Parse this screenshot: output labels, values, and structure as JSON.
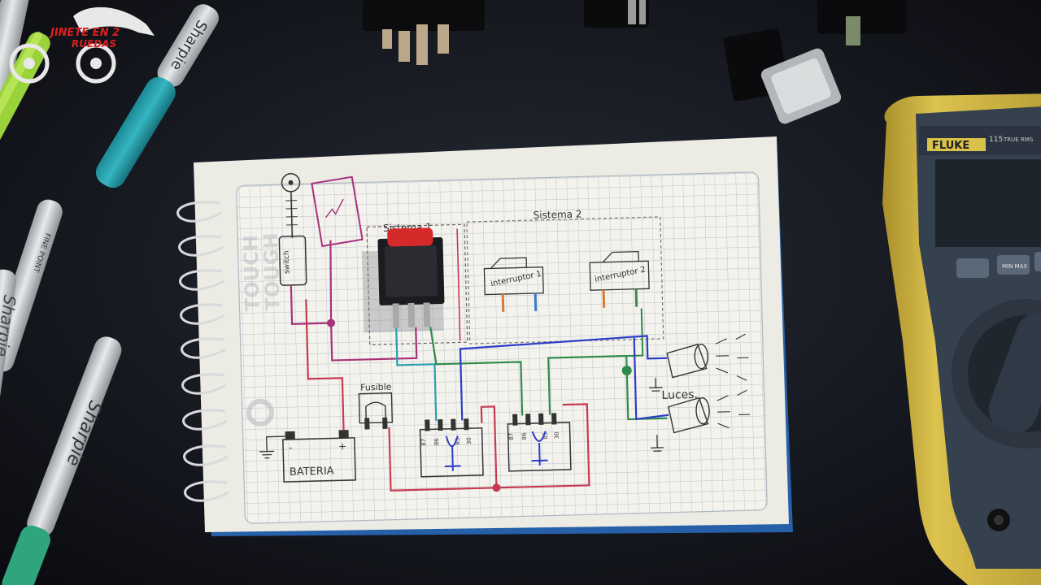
{
  "logo": {
    "text_line1": "JINETE EN 2",
    "text_line2": "RUEDAS"
  },
  "markers": {
    "brand": "Sharpie",
    "tip": "FINE POINT"
  },
  "notebook": {
    "watermark_1": "TOUCH",
    "watermark_2": "TOUGH"
  },
  "diagram": {
    "label_sistema1": "Sistema 1",
    "label_sistema2": "Sistema 2",
    "label_switch_top": "switch",
    "label_interruptor1": "interruptor 1",
    "label_interruptor2": "interruptor 2",
    "label_fusible": "Fusible",
    "label_bateria": "BATERIA",
    "label_luces": "Luces.",
    "battery_minus": "-",
    "battery_plus": "+",
    "relay_pins": [
      "87",
      "86",
      "85",
      "30"
    ]
  },
  "multimeter": {
    "brand": "FLUKE",
    "model": "115",
    "true_rms": "TRUE RMS",
    "btn_min_max": "MIN MAX"
  },
  "colors": {
    "red_wire": "#c83a52",
    "magenta_wire": "#a8327a",
    "blue_wire": "#2a3cc8",
    "green_wire": "#2e8a4a",
    "cyan_wire": "#2aa0b0",
    "paper": "#f2f0e8",
    "grid": "#b9c2cc",
    "multimeter_body": "#d2b84a"
  }
}
